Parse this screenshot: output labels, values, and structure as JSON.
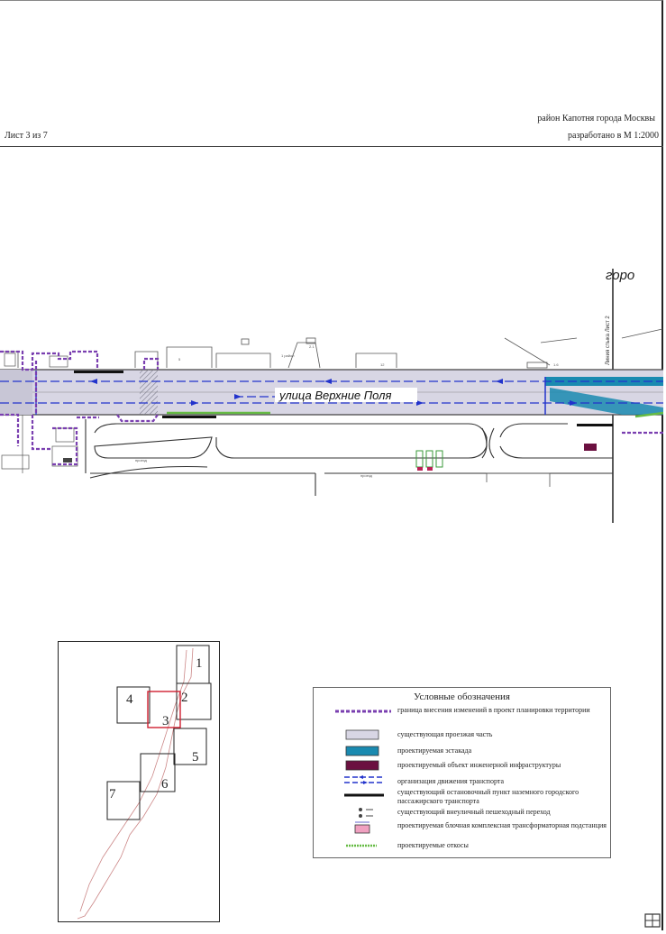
{
  "header": {
    "district": "район Капотня города Москвы",
    "scale": "разработано в М 1:2000",
    "sheet": "Лист 3 из 7"
  },
  "map": {
    "street_label": "улица Верхние Поля",
    "district_label": "горо",
    "match_label": "Линия стыка Лист 2"
  },
  "keymap": {
    "sheets": [
      "1",
      "2",
      "3",
      "4",
      "5",
      "6",
      "7"
    ],
    "current_sheet": "3"
  },
  "legend": {
    "title": "Условные обозначения",
    "items": [
      {
        "label": "граница внесения изменений в проект планировки территории",
        "icon": "purple-dashed-boundary-line"
      },
      {
        "label": "существующая проезжая часть",
        "icon": "grey-rectangle",
        "color": "#d8d6e4"
      },
      {
        "label": "проектируемая эстакада",
        "icon": "teal-rectangle",
        "color": "#1a8ab0"
      },
      {
        "label": "проектируемый объект инженерной инфраструктуры",
        "icon": "maroon-rectangle",
        "color": "#6b1040"
      },
      {
        "label": "организация движения транспорта",
        "icon": "blue-arrows"
      },
      {
        "label": "существующий остановочный пункт наземного городского пассажирского транспорта",
        "icon": "black-line"
      },
      {
        "label": "существующий внеуличный пешеходный переход",
        "icon": "pedestrian-crossing"
      },
      {
        "label": "проектируемая блочная комплексная трансформаторная подстанция",
        "icon": "pink-rectangle",
        "color": "#f0a0c0"
      },
      {
        "label": "проектируемые откосы",
        "icon": "green-slope-line",
        "color": "#66bb44"
      }
    ]
  },
  "colors": {
    "boundary": "#7a3fb0",
    "road": "#d8d6e4",
    "overpass": "#1a8ab0",
    "infrastructure": "#6b1040",
    "traffic": "#2233cc",
    "substation": "#f0a0c0",
    "slope": "#66bb44"
  }
}
